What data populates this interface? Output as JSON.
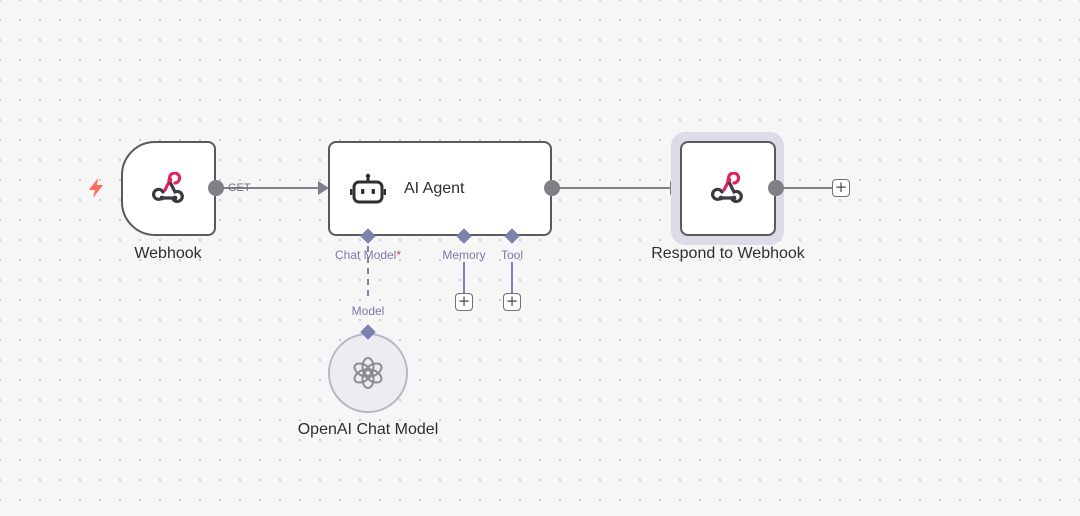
{
  "nodes": {
    "webhook": {
      "label": "Webhook",
      "icon": "webhook-icon",
      "edge_label": "GET"
    },
    "ai_agent": {
      "title": "AI Agent",
      "icon": "robot-icon",
      "ports": {
        "chat_model": "Chat Model",
        "chat_model_required": "*",
        "memory": "Memory",
        "tool": "Tool"
      }
    },
    "respond": {
      "label": "Respond to Webhook",
      "icon": "webhook-icon"
    },
    "openai": {
      "label": "OpenAI Chat Model",
      "icon": "openai-icon",
      "port_label": "Model"
    }
  },
  "buttons": {
    "add_symbol": "+"
  },
  "colors": {
    "webhook_pink": "#e0245e",
    "webhook_dark": "#3a3a40",
    "trigger_bolt": "#ff6d5a",
    "edge": "#7f7f85",
    "sub_port": "#7f7fb0",
    "selected_halo": "#dcdce6"
  }
}
